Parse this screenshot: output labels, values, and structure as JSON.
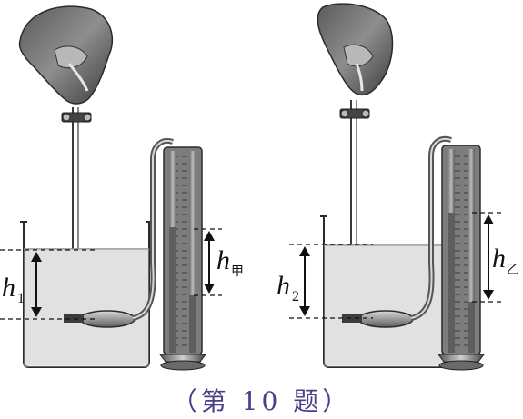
{
  "figure": {
    "caption": "（第 10 题）",
    "left_panel": {
      "depth_label": "h",
      "depth_sub": "1",
      "diff_label": "h",
      "diff_sub": "甲"
    },
    "right_panel": {
      "depth_label": "h",
      "depth_sub": "2",
      "diff_label": "h",
      "diff_sub": "乙"
    },
    "colors": {
      "stroke": "#2b2b2b",
      "glass": "#c7c7c7",
      "liquid": "#e6e6e6",
      "tube": "#8a8a8a",
      "caption": "#4a3f8a"
    },
    "icons": [
      "hand-icon",
      "beaker-icon",
      "u-tube-manometer-icon",
      "pressure-probe-icon"
    ]
  }
}
